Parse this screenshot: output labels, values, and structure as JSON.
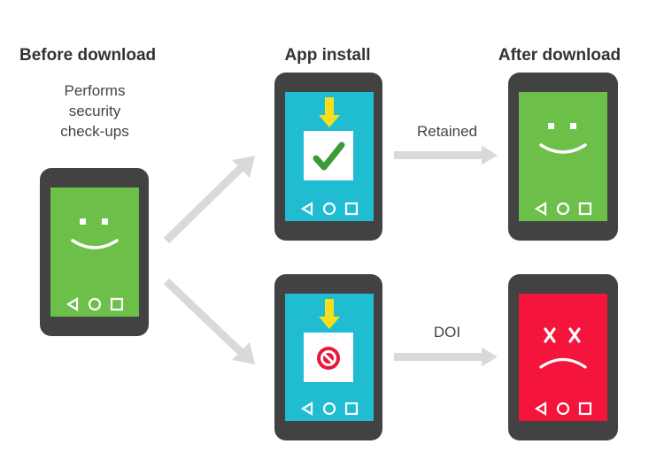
{
  "headings": {
    "before": "Before download",
    "install": "App install",
    "after": "After download"
  },
  "description": [
    "Performs",
    "security",
    "check-ups"
  ],
  "outcomes": {
    "retained": "Retained",
    "doi": "DOI"
  },
  "colors": {
    "phone_body": "#424242",
    "green": "#6cc04a",
    "cyan": "#1fbcd2",
    "red": "#f5143c",
    "arrow": "#d9d9d9",
    "yellow": "#f7e01b",
    "check": "#3a9a3a",
    "block": "#e8173c"
  },
  "icons": [
    "smiley-face-icon",
    "download-arrow-icon",
    "checkmark-icon",
    "blocked-icon",
    "sad-face-icon",
    "nav-back-icon",
    "nav-home-icon",
    "nav-recents-icon"
  ]
}
